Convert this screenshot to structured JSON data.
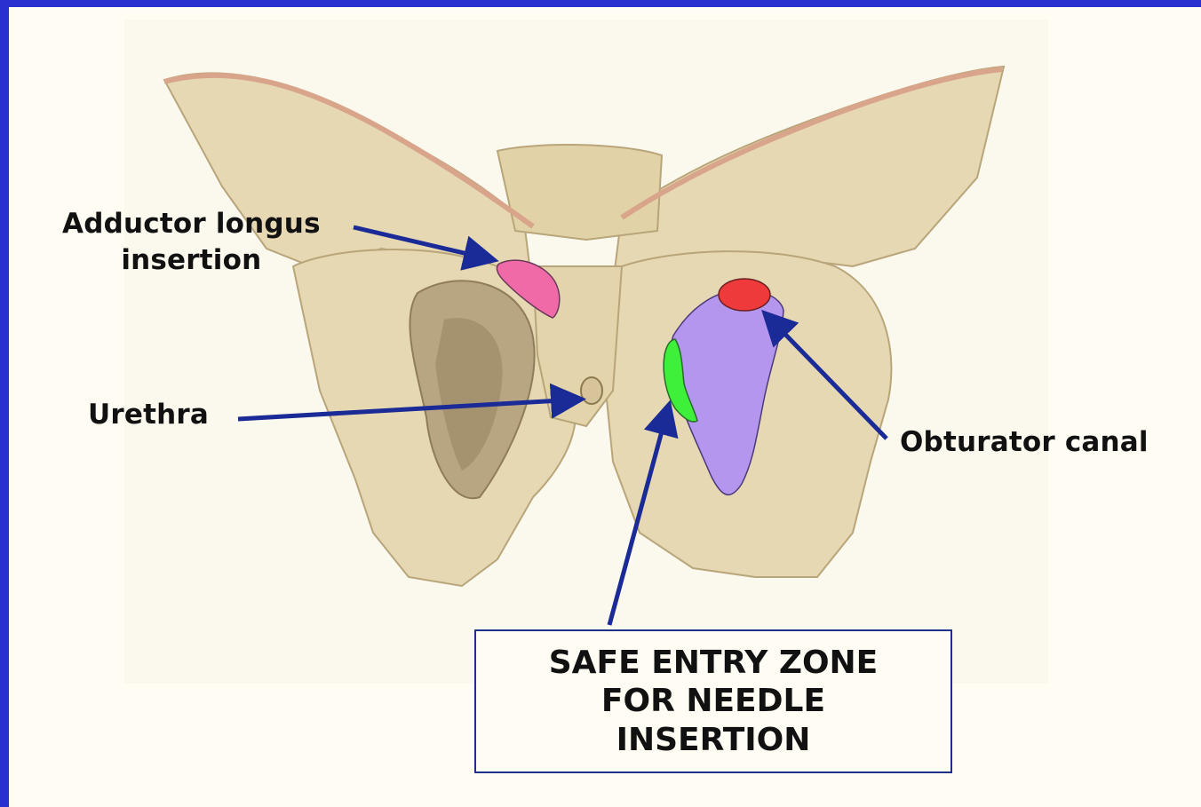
{
  "labels": {
    "adductor_line1": "Adductor longus",
    "adductor_line2": "insertion",
    "urethra": "Urethra",
    "obturator": "Obturator canal"
  },
  "callout": {
    "text": "SAFE ENTRY ZONE\nFOR NEEDLE\nINSERTION"
  },
  "colors": {
    "frame": "#2a2fd0",
    "background": "#fefcf3",
    "bone": "#e8dcb8",
    "adductor_region": "#f06aa8",
    "obturator_canal_region": "#ee3a3a",
    "obturator_membrane_region": "#b596ee",
    "safe_zone_region": "#3ef03a",
    "arrow": "#1a2a96"
  }
}
